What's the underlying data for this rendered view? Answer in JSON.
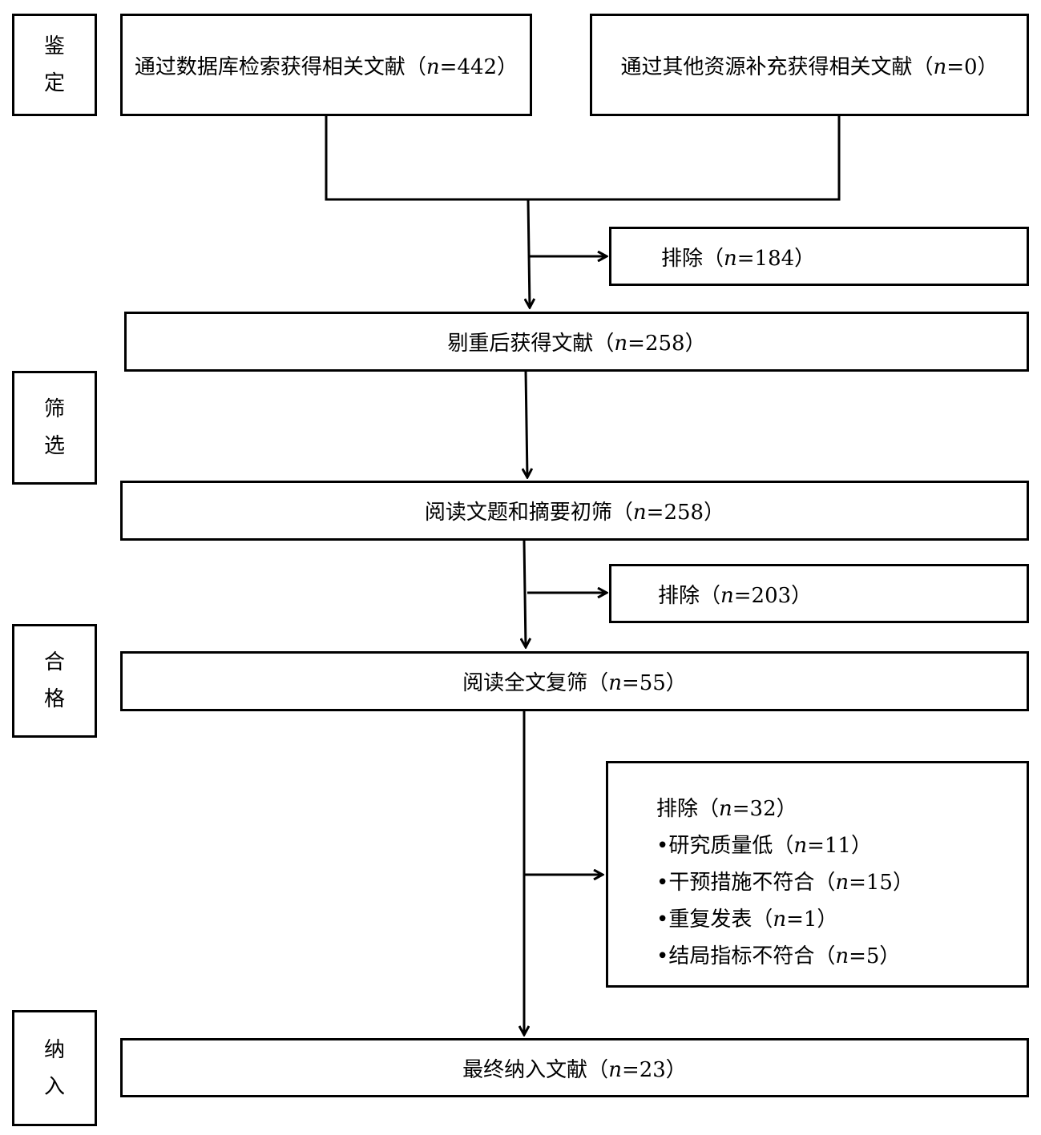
{
  "stages": {
    "identification": [
      "鉴",
      "定"
    ],
    "screening": [
      "筛",
      "选"
    ],
    "eligibility": [
      "合",
      "格"
    ],
    "included": [
      "纳",
      "入"
    ]
  },
  "boxes": {
    "database": {
      "pre": "通过数据库检索获得相关文献（",
      "n": "n",
      "post": "=442）"
    },
    "other": {
      "pre": "通过其他资源补充获得相关文献（",
      "n": "n",
      "post": "=0）"
    },
    "excluded1": {
      "pre": "排除（",
      "n": "n",
      "post": "=184）"
    },
    "dedup": {
      "pre": "剔重后获得文献（",
      "n": "n",
      "post": "=258）"
    },
    "title_abstract": {
      "pre": "阅读文题和摘要初筛（",
      "n": "n",
      "post": "=258）"
    },
    "excluded2": {
      "pre": "排除（",
      "n": "n",
      "post": "=203）"
    },
    "fulltext": {
      "pre": "阅读全文复筛（",
      "n": "n",
      "post": "=55）"
    },
    "final": {
      "pre": "最终纳入文献（",
      "n": "n",
      "post": "=23）"
    }
  },
  "excluded3": {
    "header": {
      "pre": "排除（",
      "n": "n",
      "post": "=32）"
    },
    "reasons": [
      {
        "pre": "•研究质量低（",
        "n": "n",
        "post": "=11）"
      },
      {
        "pre": "•干预措施不符合（",
        "n": "n",
        "post": "=15）"
      },
      {
        "pre": "•重复发表（",
        "n": "n",
        "post": "=1）"
      },
      {
        "pre": "•结局指标不符合（",
        "n": "n",
        "post": "=5）"
      }
    ]
  }
}
